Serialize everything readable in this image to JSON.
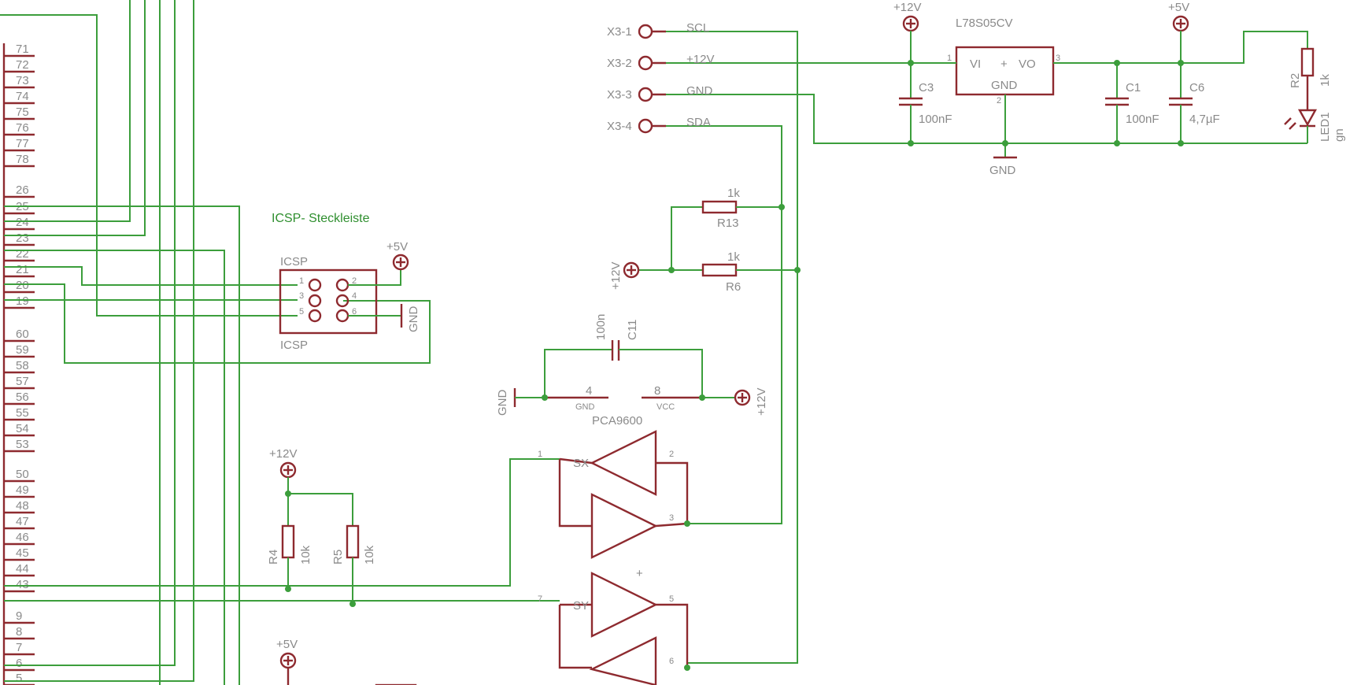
{
  "connector_left": {
    "pins": [
      "71",
      "72",
      "73",
      "74",
      "75",
      "76",
      "77",
      "78",
      "26",
      "25",
      "24",
      "23",
      "22",
      "21",
      "20",
      "19",
      "60",
      "59",
      "58",
      "57",
      "56",
      "55",
      "54",
      "53",
      "50",
      "49",
      "48",
      "47",
      "46",
      "45",
      "44",
      "43",
      "9",
      "8",
      "7",
      "6",
      "5"
    ]
  },
  "x3": {
    "pins": [
      {
        "ref": "X3-1",
        "net": "SCL"
      },
      {
        "ref": "X3-2",
        "net": "+12V"
      },
      {
        "ref": "X3-3",
        "net": "GND"
      },
      {
        "ref": "X3-4",
        "net": "SDA"
      }
    ]
  },
  "regulator": {
    "name": "L78S05CV",
    "vi": "VI",
    "plus": "+",
    "vo": "VO",
    "gnd": "GND",
    "pin1": "1",
    "pin2": "2",
    "pin3": "3"
  },
  "supplies": {
    "p12": "+12V",
    "p5": "+5V",
    "gnd": "GND"
  },
  "caps": {
    "c3": {
      "ref": "C3",
      "value": "100nF"
    },
    "c1": {
      "ref": "C1",
      "value": "100nF"
    },
    "c6": {
      "ref": "C6",
      "value": "4,7µF"
    },
    "c11": {
      "ref": "C11",
      "value": "100n"
    }
  },
  "resistors": {
    "r2": {
      "ref": "R2",
      "value": "1k"
    },
    "r13": {
      "ref": "R13",
      "value": "1k"
    },
    "r6": {
      "ref": "R6",
      "value": "1k"
    },
    "r4": {
      "ref": "R4",
      "value": "10k"
    },
    "r5": {
      "ref": "R5",
      "value": "10k"
    }
  },
  "led": {
    "ref": "LED1",
    "value": "gn"
  },
  "icsp": {
    "title": "ICSP- Steckleiste",
    "name_top": "ICSP",
    "name_bottom": "ICSP",
    "pins": [
      "1",
      "2",
      "3",
      "4",
      "5",
      "6"
    ]
  },
  "pca": {
    "name": "PCA9600",
    "gnd_pin": "4",
    "gnd_label": "GND",
    "vcc_pin": "8",
    "vcc_label": "VCC",
    "sx": "SX",
    "sy": "SY",
    "plus": "+",
    "pins": [
      "1",
      "2",
      "3",
      "7",
      "5",
      "6"
    ]
  },
  "colors": {
    "wire": "#3c9e3c",
    "symbol": "#8e2a2f",
    "text": "#8a8a8a",
    "background": "#ffffff"
  }
}
